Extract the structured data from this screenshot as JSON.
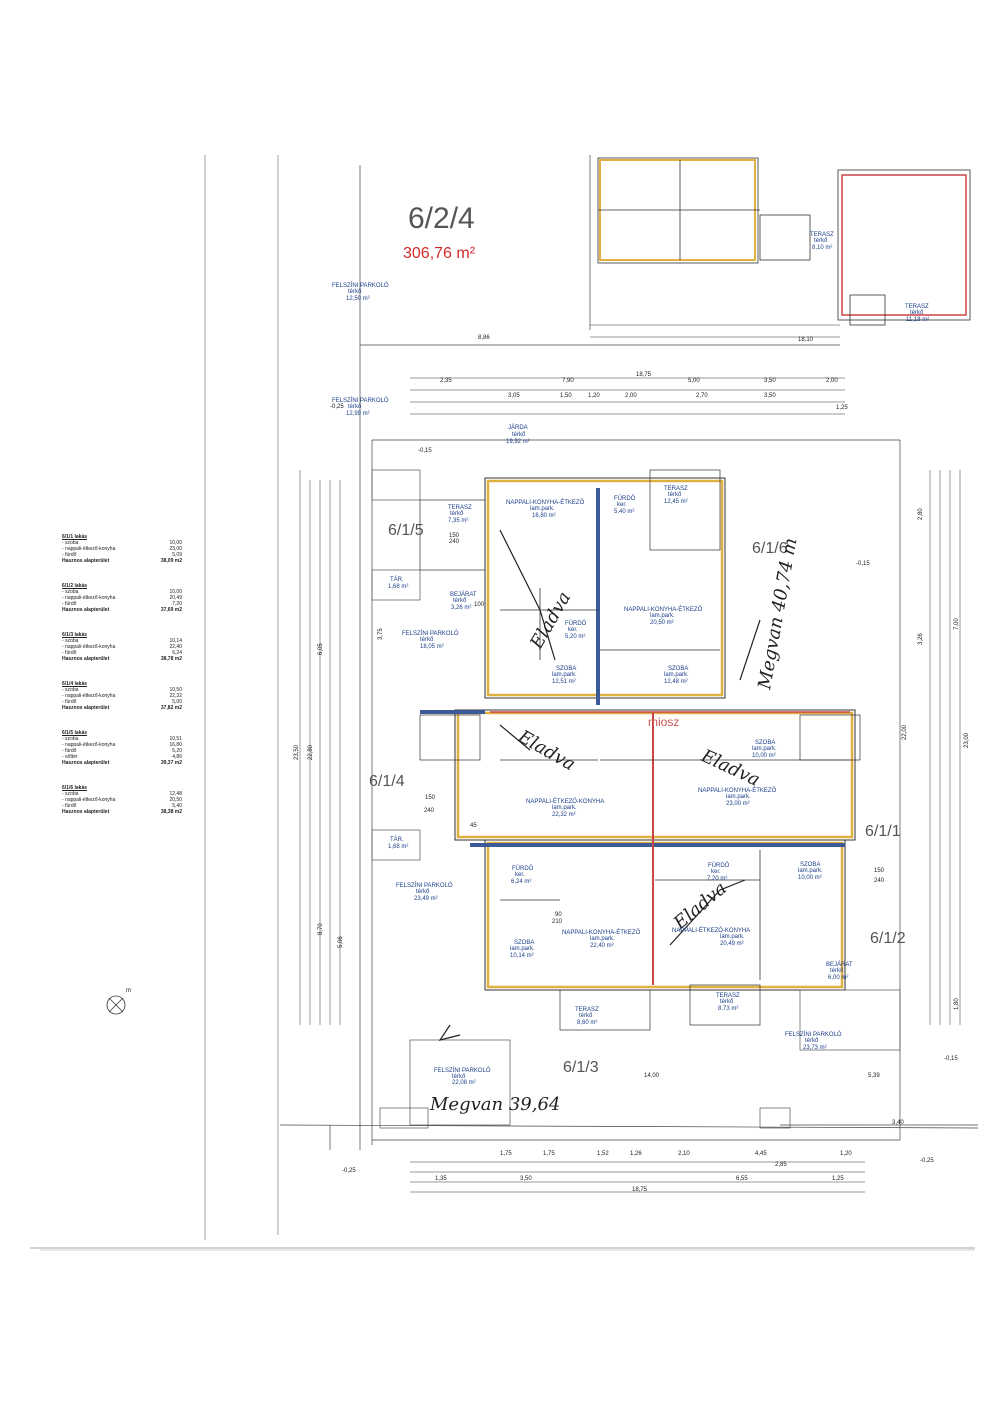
{
  "plot_title": "6/2/4",
  "plot_area": "306,76 m²",
  "unit_labels": [
    "6/1/1",
    "6/1/2",
    "6/1/3",
    "6/1/4",
    "6/1/5",
    "6/1/6"
  ],
  "watermark": "miosz",
  "handwriting": {
    "a": "Megvan 40,74 m",
    "b": "Megvan 39,64",
    "c": "Eladva"
  },
  "parking": {
    "top": [
      "FELSZÍNI PARKOLÓ",
      "térkő",
      "12,50 m²"
    ],
    "mid": [
      "FELSZÍNI PARKOLÓ",
      "térkő",
      "12,99 m²"
    ],
    "left_a": [
      "FELSZÍNI PARKOLÓ",
      "térkő",
      "18,05 m²"
    ],
    "left_b": [
      "FELSZÍNI PARKOLÓ",
      "térkő",
      "23,49 m²"
    ],
    "bottom": [
      "FELSZÍNI PARKOLÓ",
      "térkő",
      "22,08 m²"
    ],
    "right": [
      "FELSZÍNI PARKOLÓ",
      "térkő",
      "23,73 m²"
    ]
  },
  "rooms": {
    "jarda": [
      "JÁRDA",
      "térkő",
      "19,92 m²"
    ],
    "n1": [
      "NAPPALI-KONYHA-ÉTKEZŐ",
      "lam.park.",
      "16,80 m²"
    ],
    "n2": [
      "NAPPALI-KONYHA-ÉTKEZŐ",
      "lam.park.",
      "20,50 m²"
    ],
    "n3": [
      "NAPPALI-ÉTKEZŐ-KONYHA",
      "lam.park.",
      "22,32 m²"
    ],
    "n4": [
      "NAPPALI-KONYHA-ÉTKEZŐ",
      "lam.park.",
      "23,00 m²"
    ],
    "n5": [
      "NAPPALI-KONYHA-ÉTKEZŐ",
      "lam.park.",
      "22,40 m²"
    ],
    "n6": [
      "NAPPALI-ÉTKEZŐ-KONYHA",
      "lam.park.",
      "20,49 m²"
    ],
    "s1": [
      "SZOBA",
      "lam.park.",
      "12,51 m²"
    ],
    "s2": [
      "SZOBA",
      "lam.park.",
      "12,48 m²"
    ],
    "s3": [
      "SZOBA",
      "lam.park.",
      "10,00 m²"
    ],
    "s4": [
      "SZOBA",
      "lam.park.",
      "10,14 m²"
    ],
    "s5": [
      "SZOBA",
      "lam.park.",
      "10,00 m²"
    ],
    "f1": [
      "FÜRDŐ",
      "ker.",
      "5,20 m²"
    ],
    "f2": [
      "FÜRDŐ",
      "ker.",
      "6,24 m²"
    ],
    "f3": [
      "FÜRDŐ",
      "ker.",
      "7,20 m²"
    ],
    "f4": [
      "FÜRDŐ",
      "ker.",
      "5,40 m²"
    ],
    "t1": [
      "TERASZ",
      "térkő",
      "7,35 m²"
    ],
    "t2": [
      "TERASZ",
      "térkő",
      "12,45 m²"
    ],
    "t3": [
      "TERASZ",
      "térkő",
      "8,10 m²"
    ],
    "t4": [
      "TERASZ",
      "térkő",
      "8,73 m²"
    ],
    "t5": [
      "TERASZ",
      "térkő",
      "8,60 m²"
    ],
    "t6": [
      "TERASZ",
      "térkő",
      "11,18 m²"
    ],
    "b1": [
      "BEJÁRAT",
      "térkő",
      "3,26 m²"
    ],
    "b2": [
      "BEJÁRAT",
      "térkő",
      "6,00 m²"
    ],
    "tar1": [
      "TÁR.",
      "1,68 m²"
    ],
    "tar2": [
      "TÁR.",
      "1,68 m²"
    ]
  },
  "dimensions": {
    "top": [
      "18,75",
      "2,35",
      "7,90",
      "5,00",
      "3,50",
      "2,00"
    ],
    "top2": [
      "3,05",
      "1,50",
      "1,20",
      "2,00",
      "2,70",
      "3,50",
      "1,25"
    ],
    "bottom": [
      "1,75",
      "1,75",
      "1,52",
      "1,26",
      "2,10",
      "4,45",
      "1,20"
    ],
    "bottom2": [
      "1,35",
      "3,50",
      "2,85",
      "6,55",
      "1,25",
      "18,75"
    ],
    "left": [
      "23,50",
      "22,80",
      "8,70",
      "5,06",
      "3,75",
      "6,05"
    ],
    "right": [
      "22,00",
      "23,00",
      "7,00",
      "2,80",
      "3,26",
      "1,80"
    ],
    "misc": [
      "8,86",
      "18,10",
      "14,00",
      "5,39",
      "3,40",
      "-0,15",
      "-0,25",
      "150",
      "240",
      "210",
      "90",
      "100",
      "45"
    ]
  },
  "legend": [
    {
      "title": "6/1/1 lakás",
      "rows": [
        [
          "- szoba",
          "10,00"
        ],
        [
          "- nappali-étkező-konyha",
          "23,00"
        ],
        [
          "- fürdő",
          "5,09"
        ]
      ],
      "total": [
        "Hasznos alapterület",
        "38,09 m2"
      ]
    },
    {
      "title": "6/1/2 lakás",
      "rows": [
        [
          "- szoba",
          "10,00"
        ],
        [
          "- nappali-étkező-konyha",
          "20,49"
        ],
        [
          "- fürdő",
          "7,20"
        ]
      ],
      "total": [
        "Hasznos alapterület",
        "37,69 m2"
      ]
    },
    {
      "title": "6/1/3 lakás",
      "rows": [
        [
          "- szoba",
          "10,14"
        ],
        [
          "- nappali-étkező-konyha",
          "22,40"
        ],
        [
          "- fürdő",
          "6,24"
        ]
      ],
      "total": [
        "Hasznos alapterület",
        "38,78 m2"
      ]
    },
    {
      "title": "6/1/4 lakás",
      "rows": [
        [
          "- szoba",
          "10,50"
        ],
        [
          "- nappali-étkező-konyha",
          "22,32"
        ],
        [
          "- fürdő",
          "5,00"
        ]
      ],
      "total": [
        "Hasznos alapterület",
        "37,82 m2"
      ]
    },
    {
      "title": "6/1/5 lakás",
      "rows": [
        [
          "- szoba",
          "10,51"
        ],
        [
          "- nappali-étkező-konyha",
          "16,80"
        ],
        [
          "- fürdő",
          "5,20"
        ],
        [
          "- előtér",
          "4,86"
        ]
      ],
      "total": [
        "Hasznos alapterület",
        "39,37 m2"
      ]
    },
    {
      "title": "6/1/6 lakás",
      "rows": [
        [
          "- szoba",
          "12,48"
        ],
        [
          "- nappali-étkező-konyha",
          "20,50"
        ],
        [
          "- fürdő",
          "5,40"
        ]
      ],
      "total": [
        "Hasznos alapterület",
        "38,38 m2"
      ]
    }
  ]
}
